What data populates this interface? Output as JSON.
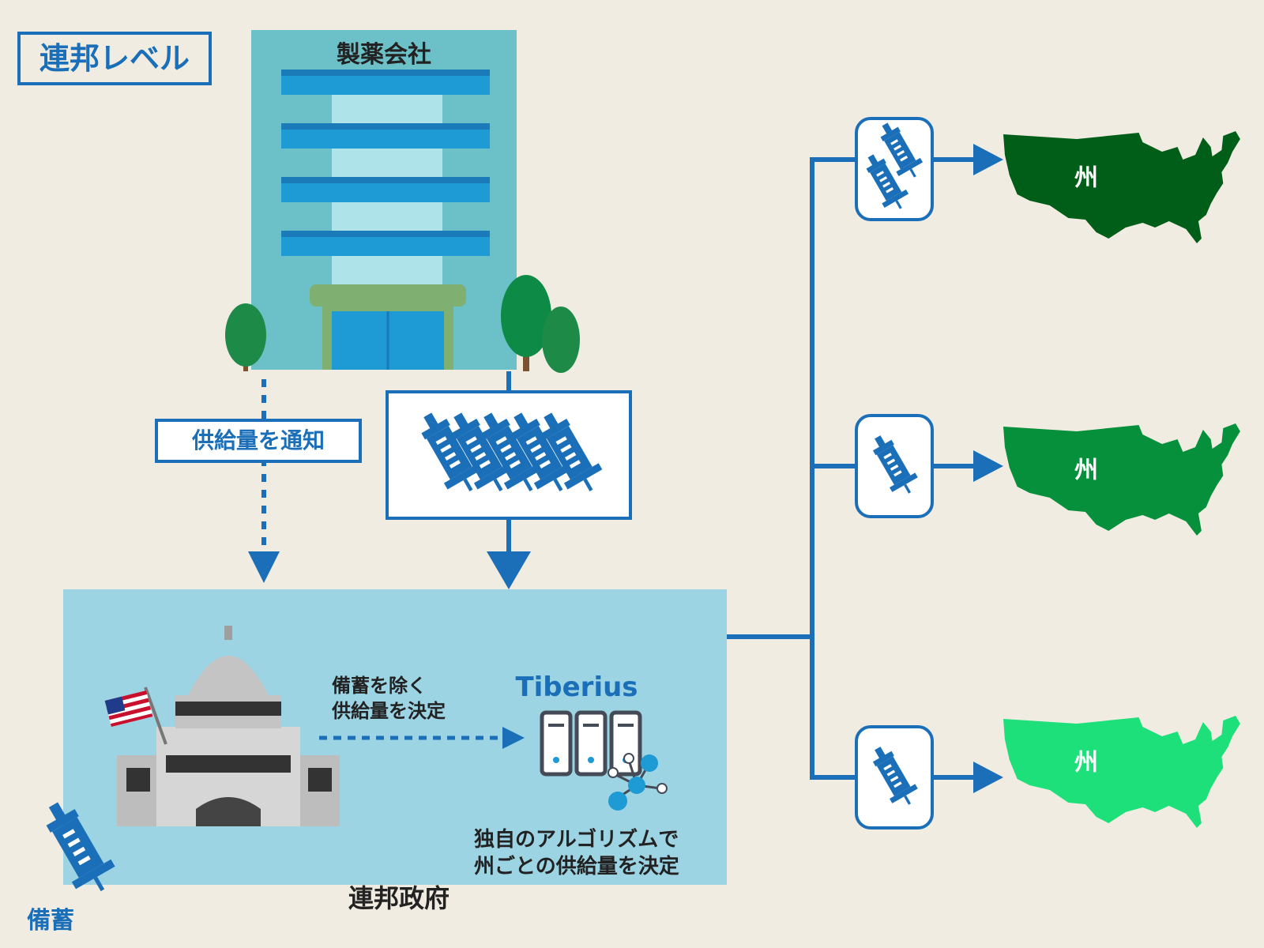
{
  "title": "連邦レベル",
  "pharma": {
    "label": "製薬会社"
  },
  "notify": {
    "label": "供給量を通知"
  },
  "government": {
    "label": "連邦政府"
  },
  "stockpile": {
    "label": "備蓄"
  },
  "tiberius": {
    "label": "Tiberius"
  },
  "decide": {
    "line1": "備蓄を除く",
    "line2": "供給量を決定"
  },
  "algorithm": {
    "line1": "独自のアルゴリズムで",
    "line2": "州ごとの供給量を決定"
  },
  "states": [
    {
      "label": "州",
      "color": "#005e18"
    },
    {
      "label": "州",
      "color": "#06903c"
    },
    {
      "label": "州",
      "color": "#1ee07a"
    }
  ],
  "colors": {
    "accent": "#1a6fb8",
    "background": "#f1ece2",
    "gov_box": "#9dd4e4"
  }
}
